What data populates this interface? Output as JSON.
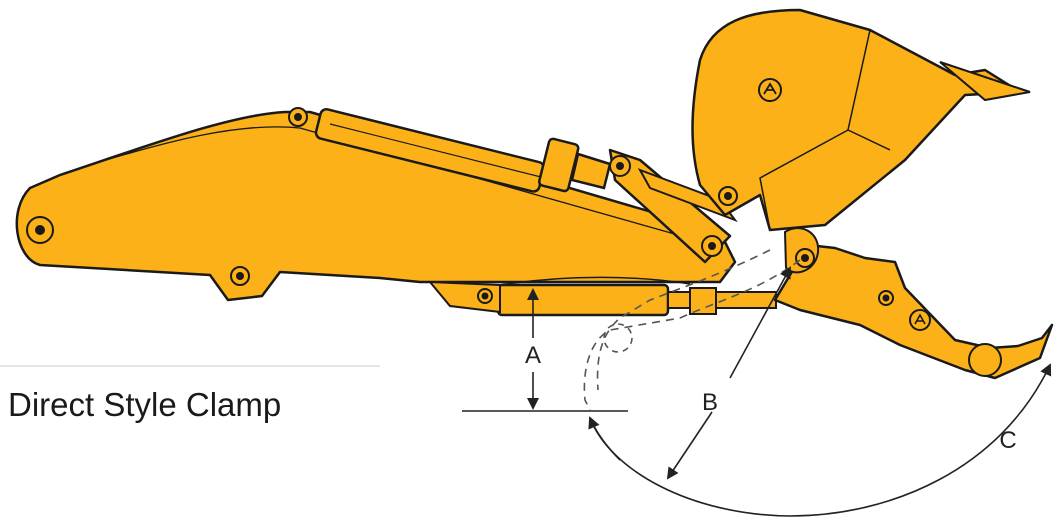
{
  "caption": "Direct Style Clamp",
  "dimensions": {
    "a": "A",
    "b": "B",
    "c": "C"
  },
  "logos": {
    "bucket_mark": "cat-logo",
    "clamp_mark": "cat-logo"
  },
  "colors": {
    "body": "#FBB117",
    "outline": "#1a1a1a",
    "lines": "#333333"
  }
}
